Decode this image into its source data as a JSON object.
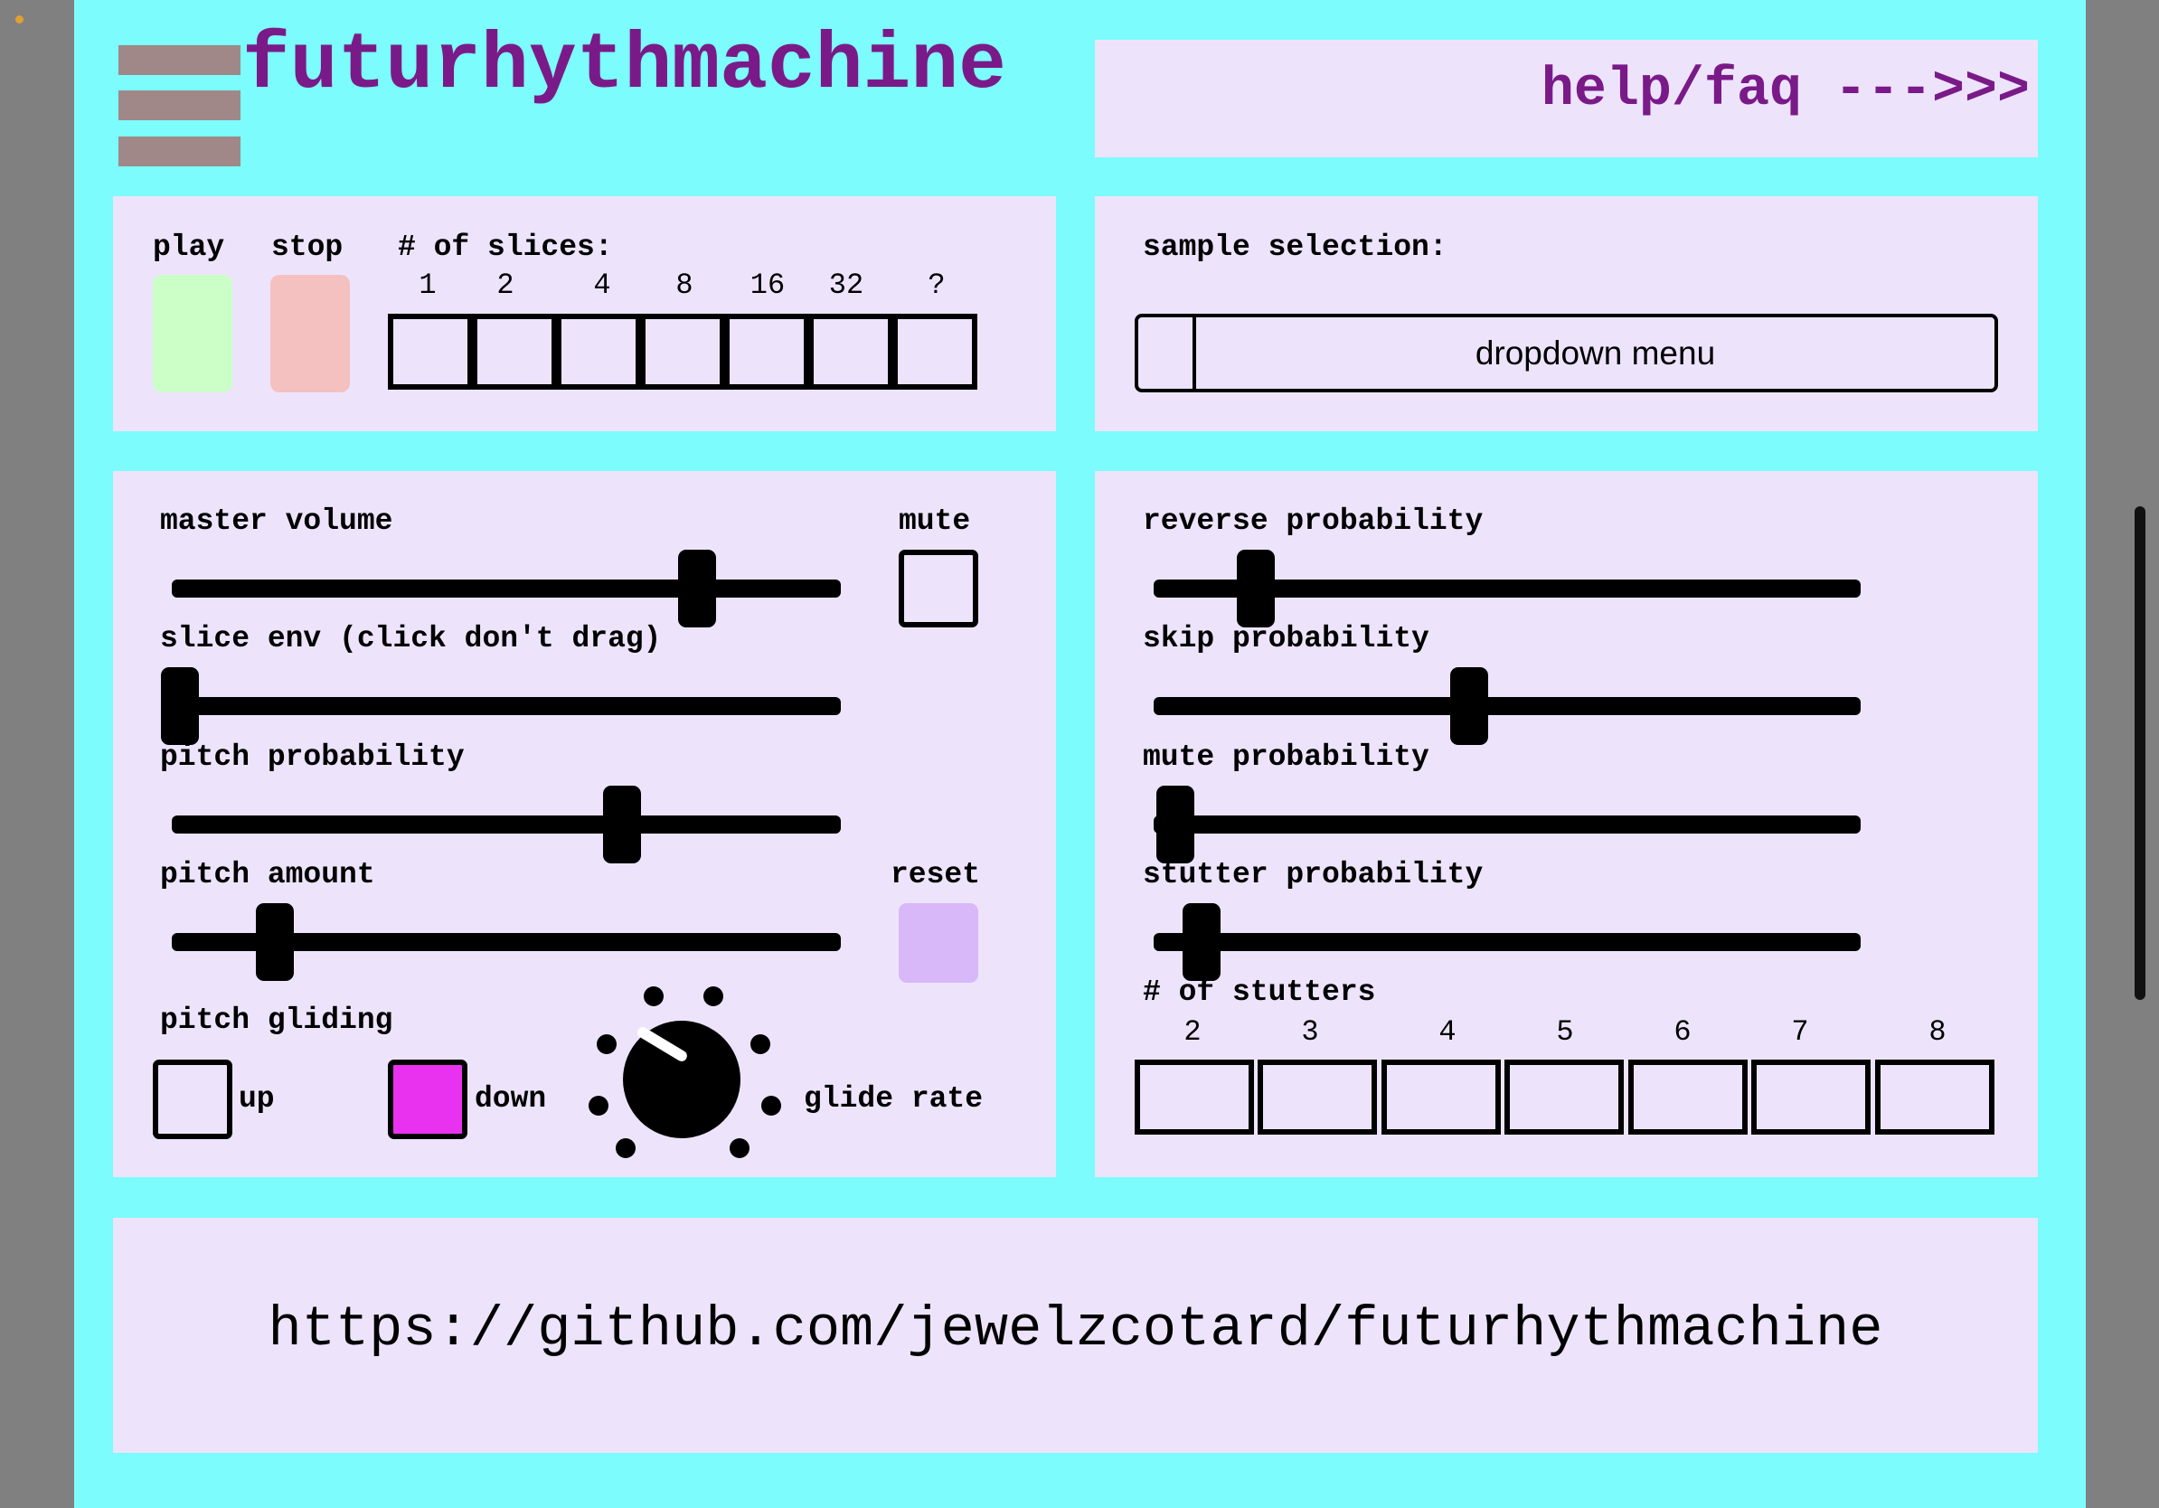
{
  "app": {
    "title": "futurhythmachine",
    "help_link": "help/faq --->>>",
    "colors": {
      "background": "#7cfcfc",
      "panel": "#ede4fc",
      "title": "#7a1a88",
      "play": "#ccffc8",
      "stop": "#f4c0c0",
      "reset": "#d8b8f8",
      "down_active": "#e832f0",
      "hamburger": "#a08888"
    }
  },
  "transport": {
    "play_label": "play",
    "stop_label": "stop",
    "slices_label": "# of slices:",
    "slice_options": [
      "1",
      "2",
      "4",
      "8",
      "16",
      "32",
      "?"
    ]
  },
  "sample": {
    "label": "sample selection:",
    "dropdown_text": "dropdown menu"
  },
  "controls": {
    "master_volume": {
      "label": "master volume",
      "value": 0.82
    },
    "mute_label": "mute",
    "slice_env": {
      "label": "slice env (click don't drag)",
      "value": 0.0
    },
    "pitch_probability": {
      "label": "pitch probability",
      "value": 0.7
    },
    "pitch_amount": {
      "label": "pitch amount",
      "value": 0.15
    },
    "reset_label": "reset",
    "pitch_gliding_label": "pitch gliding",
    "up_label": "up",
    "down_label": "down",
    "glide_rate_label": "glide rate"
  },
  "probabilities": {
    "reverse": {
      "label": "reverse probability",
      "value": 0.14
    },
    "skip": {
      "label": "skip probability",
      "value": 0.46
    },
    "mute": {
      "label": "mute probability",
      "value": 0.02
    },
    "stutter": {
      "label": "stutter probability",
      "value": 0.06
    },
    "stutters_label": "# of stutters",
    "stutter_options": [
      "2",
      "3",
      "4",
      "5",
      "6",
      "7",
      "8"
    ]
  },
  "footer": {
    "url": "https://github.com/jewelzcotard/futurhythmachine"
  }
}
